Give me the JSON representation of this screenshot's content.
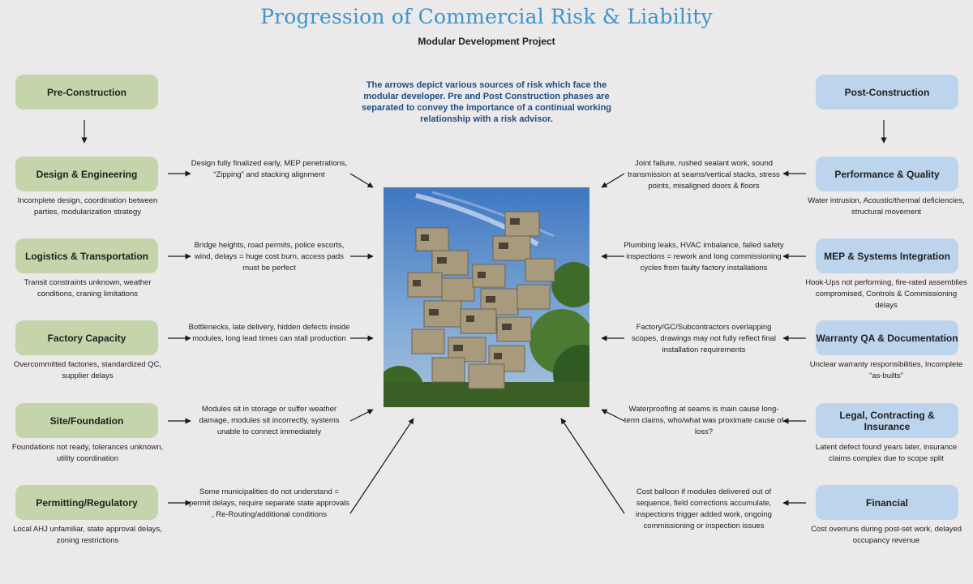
{
  "header": {
    "title": "Progression of Commercial Risk & Liability",
    "subtitle": "Modular Development Project"
  },
  "center_note": "The arrows depict various sources of risk which face the modular developer. Pre and Post Construction phases are separated to convey the importance of a continual working relationship with a risk advisor.",
  "colors": {
    "title": "#3d95cc",
    "note": "#1e4f86",
    "pre_pill": "#c5d5ab",
    "post_pill": "#bcd4ec",
    "background": "#ebe9e9"
  },
  "pre": {
    "header": "Pre-Construction",
    "stages": [
      {
        "label": "Design & Engineering",
        "desc": "Incomplete design, coordination between parties, modularization strategy",
        "risk": "Design fully finalized early, MEP penetrations, “Zipping” and stacking alignment"
      },
      {
        "label": "Logistics & Transportation",
        "desc": "Transit constraints unknown, weather conditions, craning limitations",
        "risk": "Bridge heights, road permits, police escorts, wind, delays = huge cost burn, access pads must be perfect"
      },
      {
        "label": "Factory Capacity",
        "desc": "Overcommitted factories, standardized QC, supplier delays",
        "risk": "Bottlenecks, late delivery, hidden defects inside modules, long lead times can stall production"
      },
      {
        "label": "Site/Foundation",
        "desc": "Foundations not ready, tolerances unknown, utility coordination",
        "risk": "Modules sit in storage or suffer weather damage, modules sit incorrectly, systems unable to connect immediately"
      },
      {
        "label": "Permitting/Regulatory",
        "desc": "Local AHJ unfamiliar, state approval delays, zoning restrictions",
        "risk": "Some municipalities do not understand = permit delays, require separate state approvals , Re-Routing/additional conditions"
      }
    ]
  },
  "post": {
    "header": "Post-Construction",
    "stages": [
      {
        "label": "Performance & Quality",
        "desc": "Water intrusion, Acoustic/thermal deficiencies, structural movement",
        "risk": "Joint failure, rushed sealant work, sound transmission at seams/vertical stacks, stress points, misaligned doors & floors"
      },
      {
        "label": "MEP & Systems Integration",
        "desc": "Hook-Ups not performing, fire-rated assemblies compromised, Controls & Commissioning delays",
        "risk": "Plumbing leaks, HVAC imbalance, failed safety inspections = rework and long commissioning cycles from faulty factory installations"
      },
      {
        "label": "Warranty QA & Documentation",
        "desc": "Unclear warranty responsibilities, Incomplete “as-builts”",
        "risk": "Factory/GC/Subcontractors overlapping scopes, drawings may not fully reflect final installation requirements"
      },
      {
        "label": "Legal, Contracting & Insurance",
        "desc": "Latent defect found years later, insurance claims complex due to scope split",
        "risk": "Waterproofing at seams is main cause long-term claims, who/what was proximate cause of loss?"
      },
      {
        "label": "Financial",
        "desc": "Cost overruns during post-set work, delayed occupancy revenue",
        "risk": "Cost balloon if modules delivered out of sequence, field corrections accumulate, inspections trigger added work, ongoing commissioning or inspection issues"
      }
    ]
  }
}
